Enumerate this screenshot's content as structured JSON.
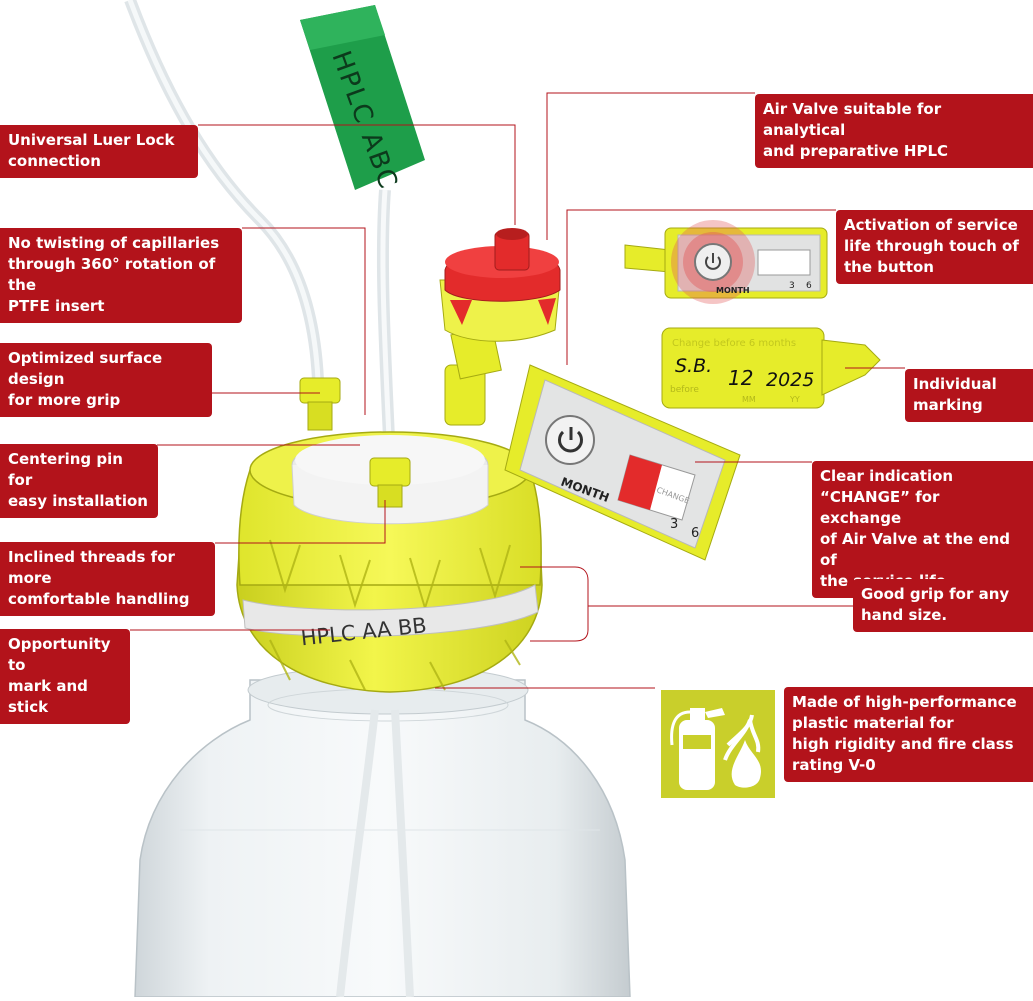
{
  "callouts": {
    "luer_lock": "Universal Luer Lock\nconnection",
    "no_twisting": "No twisting of capillaries\nthrough 360° rotation of the\nPTFE insert",
    "surface_grip": "Optimized surface design\nfor more grip",
    "centering_pin": "Centering pin for\neasy installation",
    "inclined_threads": "Inclined threads for more\ncomfortable handling",
    "mark_stick": "Opportunity to\nmark and stick",
    "air_valve": "Air Valve suitable for analytical\nand preparative HPLC",
    "activation": "Activation of service\nlife through touch of\nthe button",
    "individual": "Individual\nmarking",
    "clear_indication": "Clear indication\n“CHANGE” for exchange\nof Air Valve at the end of\nthe service life",
    "good_grip": "Good grip for any\nhand size.",
    "material": "Made of high-performance\nplastic material for\nhigh rigidity and fire class\nrating V-0"
  },
  "product_labels": {
    "tube_tag": "HPLC ABC",
    "cap_band": "HPLC   AA   BB",
    "month": "MONTH",
    "change": "CHANGE",
    "num3": "3",
    "num6": "6",
    "tag_header": "Change before 6 months",
    "tag_initials": "S.B.",
    "tag_month": "12",
    "tag_year": "2025",
    "tag_before": "before",
    "tag_mm": "MM",
    "tag_yy": "YY"
  },
  "colors": {
    "accent_red": "#b3131b",
    "cap_yellow": "#e6ec2a",
    "valve_red": "#e32b2b",
    "tag_green": "#1e9e4a",
    "fire_icon_bg": "#c9cf2b"
  },
  "icons": [
    "fire-extinguisher-icon",
    "flame-icon",
    "power-icon"
  ]
}
